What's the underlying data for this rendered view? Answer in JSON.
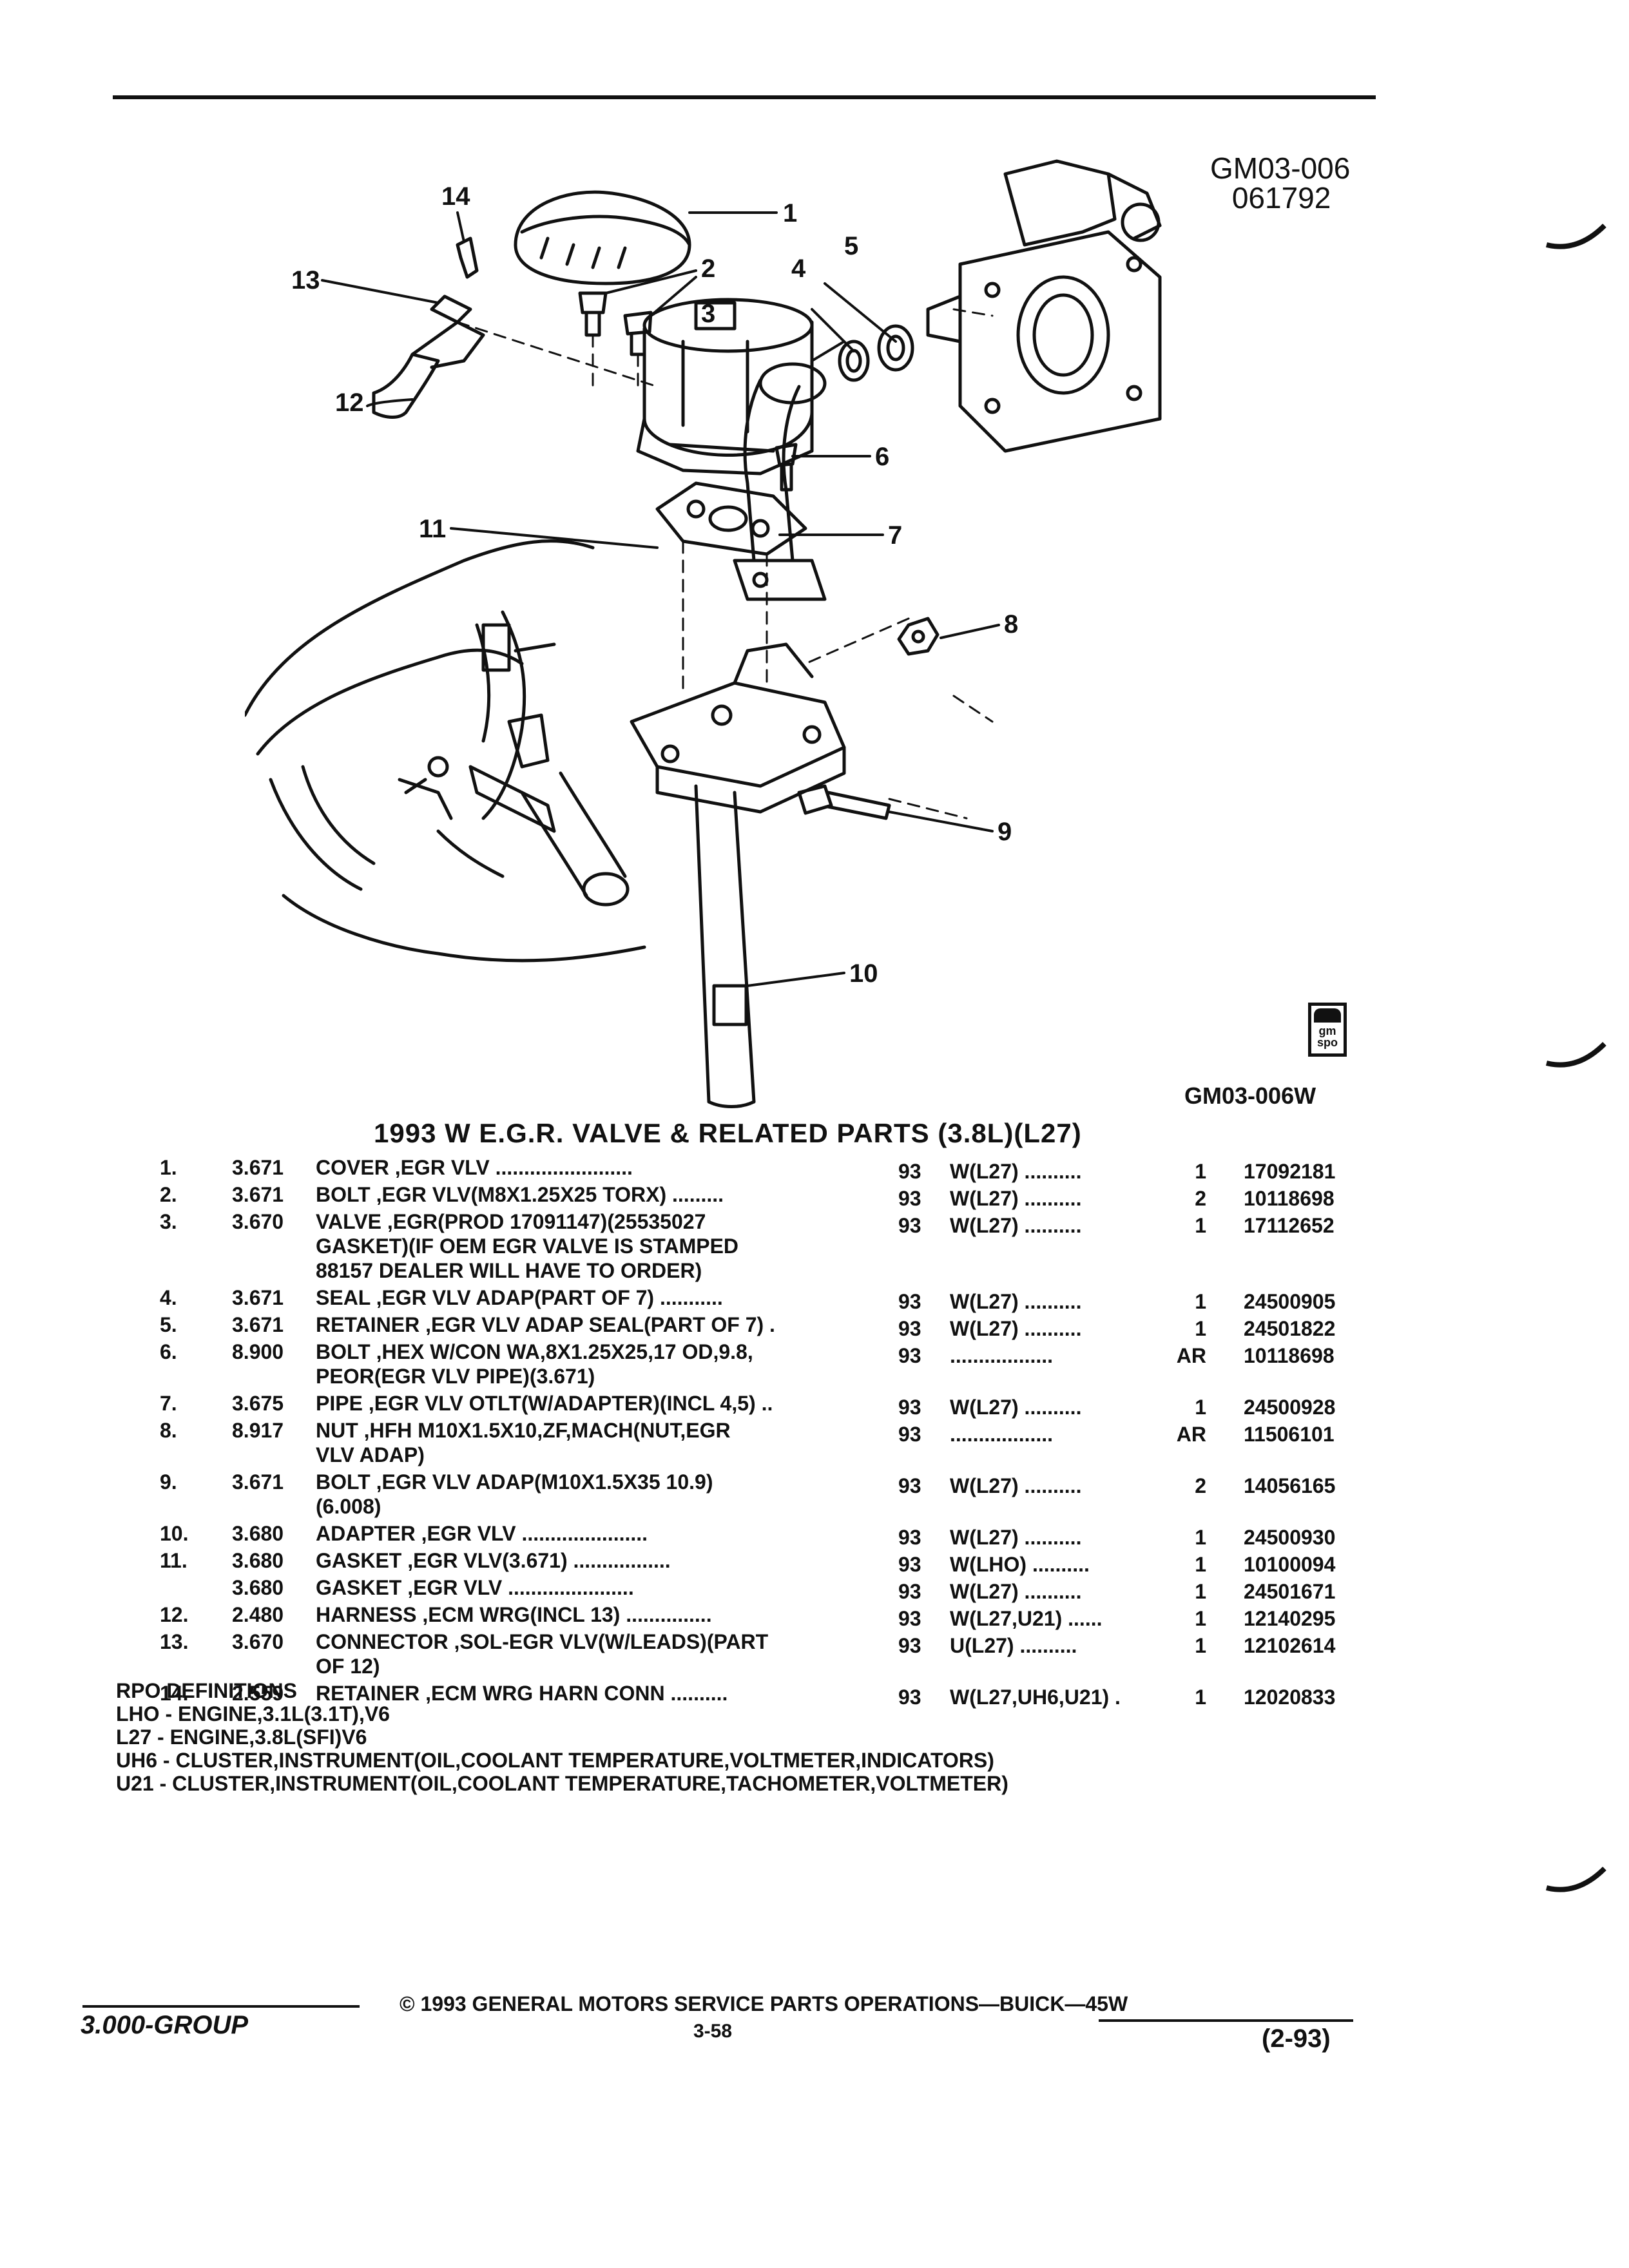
{
  "figure": {
    "code": "GM03-006",
    "date": "061792",
    "reference": "GM03-006W",
    "badge": "gm spo",
    "callouts": [
      "1",
      "2",
      "3",
      "4",
      "5",
      "6",
      "7",
      "8",
      "9",
      "10",
      "11",
      "12",
      "13",
      "14"
    ]
  },
  "title": "1993 W E.G.R. VALVE & RELATED PARTS (3.8L)(L27)",
  "parts": [
    {
      "idx": "1.",
      "group": "3.671",
      "desc": [
        "COVER ,EGR VLV ........................"
      ],
      "year": "93",
      "model": "W(L27) ..........",
      "qty": "1",
      "pn": "17092181"
    },
    {
      "idx": "2.",
      "group": "3.671",
      "desc": [
        "BOLT ,EGR VLV(M8X1.25X25 TORX) ........."
      ],
      "year": "93",
      "model": "W(L27) ..........",
      "qty": "2",
      "pn": "10118698"
    },
    {
      "idx": "3.",
      "group": "3.670",
      "desc": [
        "VALVE ,EGR(PROD 17091147)(25535027",
        "GASKET)(IF OEM EGR VALVE IS STAMPED",
        "88157 DEALER WILL HAVE TO ORDER)"
      ],
      "year": "93",
      "model": "W(L27) ..........",
      "qty": "1",
      "pn": "17112652"
    },
    {
      "idx": "4.",
      "group": "3.671",
      "desc": [
        "SEAL ,EGR VLV ADAP(PART OF 7) ..........."
      ],
      "year": "93",
      "model": "W(L27) ..........",
      "qty": "1",
      "pn": "24500905"
    },
    {
      "idx": "5.",
      "group": "3.671",
      "desc": [
        "RETAINER ,EGR VLV ADAP SEAL(PART OF 7) ."
      ],
      "year": "93",
      "model": "W(L27) ..........",
      "qty": "1",
      "pn": "24501822"
    },
    {
      "idx": "6.",
      "group": "8.900",
      "desc": [
        "BOLT ,HEX W/CON WA,8X1.25X25,17 OD,9.8,",
        "PEOR(EGR VLV PIPE)(3.671)"
      ],
      "year": "93",
      "model": "..................",
      "qty": "AR",
      "pn": "10118698"
    },
    {
      "idx": "7.",
      "group": "3.675",
      "desc": [
        "PIPE ,EGR VLV OTLT(W/ADAPTER)(INCL 4,5) .."
      ],
      "year": "93",
      "model": "W(L27) ..........",
      "qty": "1",
      "pn": "24500928"
    },
    {
      "idx": "8.",
      "group": "8.917",
      "desc": [
        "NUT ,HFH M10X1.5X10,ZF,MACH(NUT,EGR",
        "VLV ADAP)"
      ],
      "year": "93",
      "model": "..................",
      "qty": "AR",
      "pn": "11506101"
    },
    {
      "idx": "9.",
      "group": "3.671",
      "desc": [
        "BOLT ,EGR VLV ADAP(M10X1.5X35 10.9)",
        "(6.008)"
      ],
      "year": "93",
      "model": "W(L27) ..........",
      "qty": "2",
      "pn": "14056165"
    },
    {
      "idx": "10.",
      "group": "3.680",
      "desc": [
        "ADAPTER ,EGR VLV ......................"
      ],
      "year": "93",
      "model": "W(L27) ..........",
      "qty": "1",
      "pn": "24500930"
    },
    {
      "idx": "11.",
      "group": "3.680",
      "desc": [
        "GASKET ,EGR VLV(3.671) ................."
      ],
      "year": "93",
      "model": "W(LHO) ..........",
      "qty": "1",
      "pn": "10100094"
    },
    {
      "idx": "",
      "group": "3.680",
      "desc": [
        "GASKET ,EGR VLV ......................"
      ],
      "year": "93",
      "model": "W(L27) ..........",
      "qty": "1",
      "pn": "24501671"
    },
    {
      "idx": "12.",
      "group": "2.480",
      "desc": [
        "HARNESS ,ECM WRG(INCL 13) ..............."
      ],
      "year": "93",
      "model": "W(L27,U21) ......",
      "qty": "1",
      "pn": "12140295"
    },
    {
      "idx": "13.",
      "group": "3.670",
      "desc": [
        "CONNECTOR ,SOL-EGR VLV(W/LEADS)(PART",
        "OF 12)"
      ],
      "year": "93",
      "model": "U(L27) ..........",
      "qty": "1",
      "pn": "12102614"
    },
    {
      "idx": "14.",
      "group": "2.559",
      "desc": [
        "RETAINER ,ECM WRG HARN CONN .........."
      ],
      "year": "93",
      "model": "W(L27,UH6,U21) .",
      "qty": "1",
      "pn": "12020833"
    }
  ],
  "rpo": {
    "heading": "RPO DEFINITIONS",
    "items": [
      "LHO - ENGINE,3.1L(3.1T),V6",
      "L27 - ENGINE,3.8L(SFI)V6",
      "UH6 - CLUSTER,INSTRUMENT(OIL,COOLANT TEMPERATURE,VOLTMETER,INDICATORS)",
      "U21 - CLUSTER,INSTRUMENT(OIL,COOLANT TEMPERATURE,TACHOMETER,VOLTMETER)"
    ]
  },
  "footer": {
    "group": "3.000-GROUP",
    "copyright": "© 1993 GENERAL MOTORS SERVICE PARTS OPERATIONS—BUICK—45W",
    "page": "3-58",
    "revision": "(2-93)"
  }
}
